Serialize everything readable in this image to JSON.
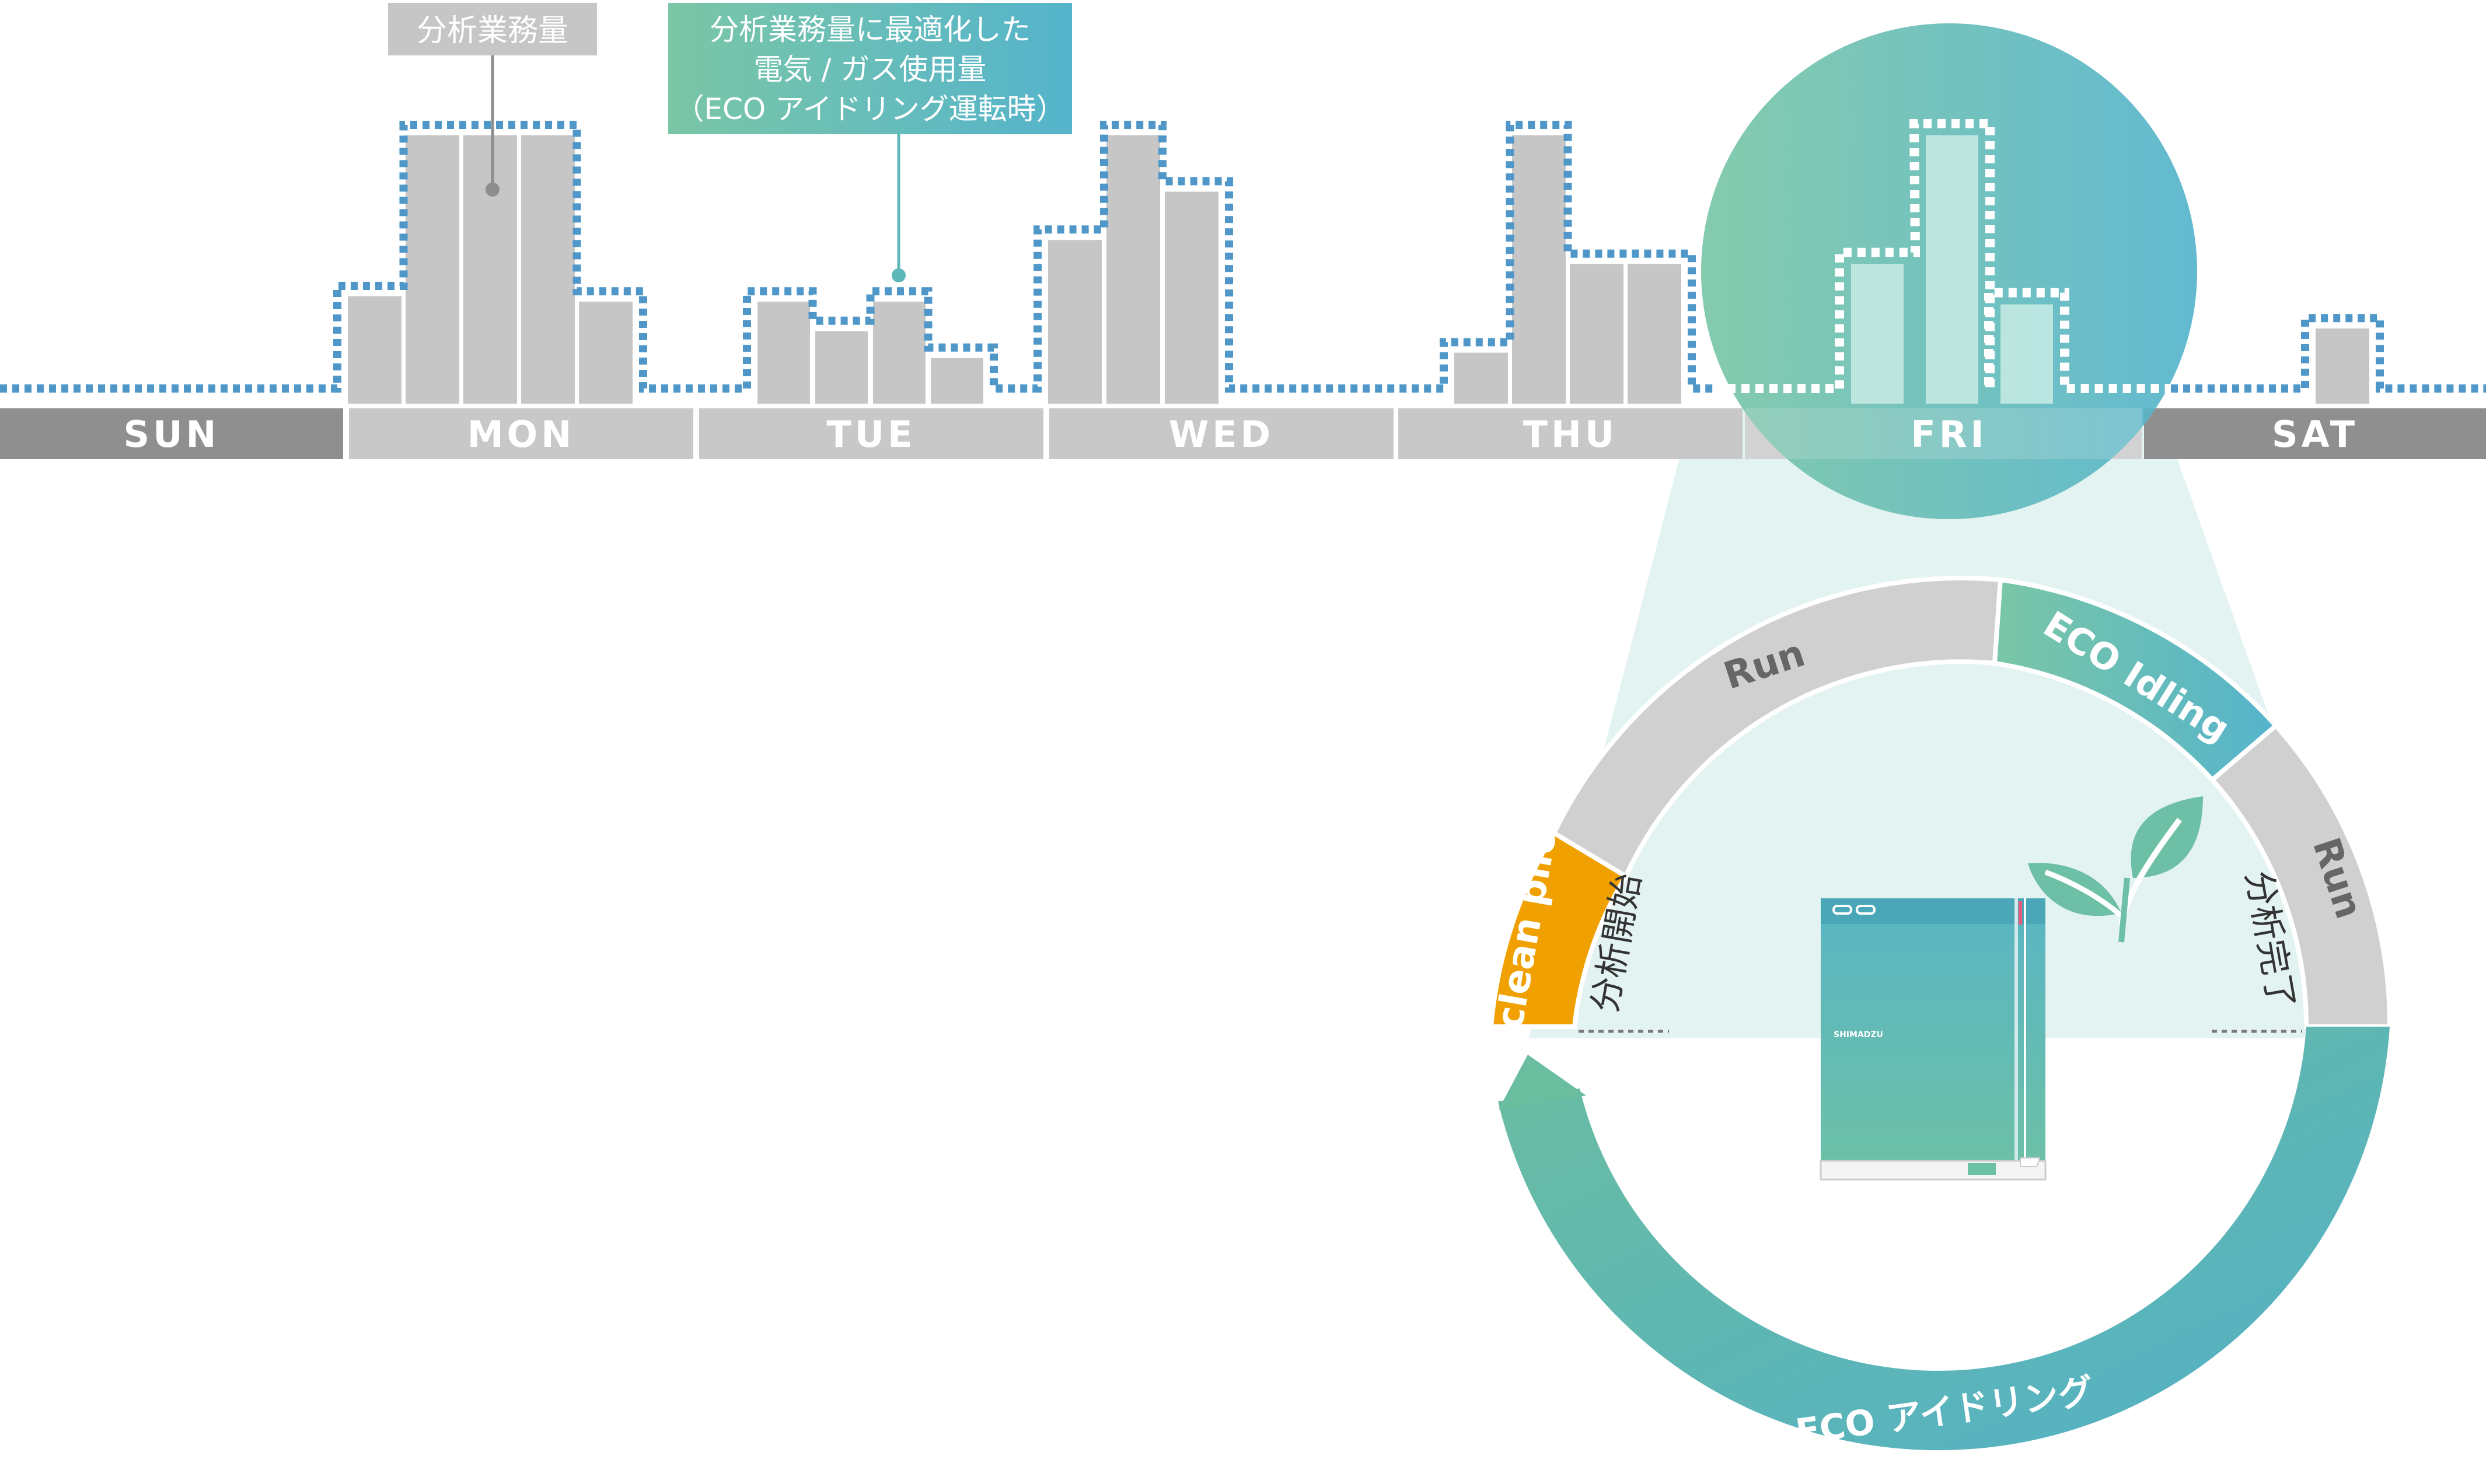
{
  "colors": {
    "bar": "#c6c6c6",
    "bar_light": "#d9d9d9",
    "dotted": "#4f97c9",
    "day_dark": "#8f8f8f",
    "day_light": "#c8c8c8",
    "teal_start": "#79c6a8",
    "teal_end": "#55b5cb",
    "orange": "#f0a000",
    "gray_ring": "#d0d0d0",
    "ring_green": "#6fbfa6"
  },
  "days": [
    {
      "label": "SUN",
      "style": "dark"
    },
    {
      "label": "MON",
      "style": "light"
    },
    {
      "label": "TUE",
      "style": "light"
    },
    {
      "label": "WED",
      "style": "light"
    },
    {
      "label": "THU",
      "style": "light"
    },
    {
      "label": "FRI",
      "style": "light"
    },
    {
      "label": "SAT",
      "style": "dark"
    }
  ],
  "workload": {
    "MON": [
      40,
      100,
      100,
      100,
      38
    ],
    "TUE": [
      38,
      27,
      38,
      17
    ],
    "WED": [
      61,
      100,
      79
    ],
    "THU": [
      19,
      100,
      52,
      52
    ],
    "FRI": [
      52,
      100,
      37
    ],
    "SAT": [
      28
    ]
  },
  "callouts": {
    "workload_label": "分析業務量",
    "usage_label": [
      "分析業務量に最適化した",
      "電気 / ガス使用量",
      "（ECO アイドリング運転時）"
    ]
  },
  "cycle": {
    "clean_pilot": "clean pilot",
    "run_top": "Run",
    "eco_idling": "ECO Idling",
    "run_right": "Run",
    "eco_bottom": "ECO アイドリング",
    "start_label": "分析開始",
    "end_label": "分析完了"
  },
  "device": {
    "brand": "SHIMADZU",
    "leaf_icon": "leaf-icon"
  }
}
